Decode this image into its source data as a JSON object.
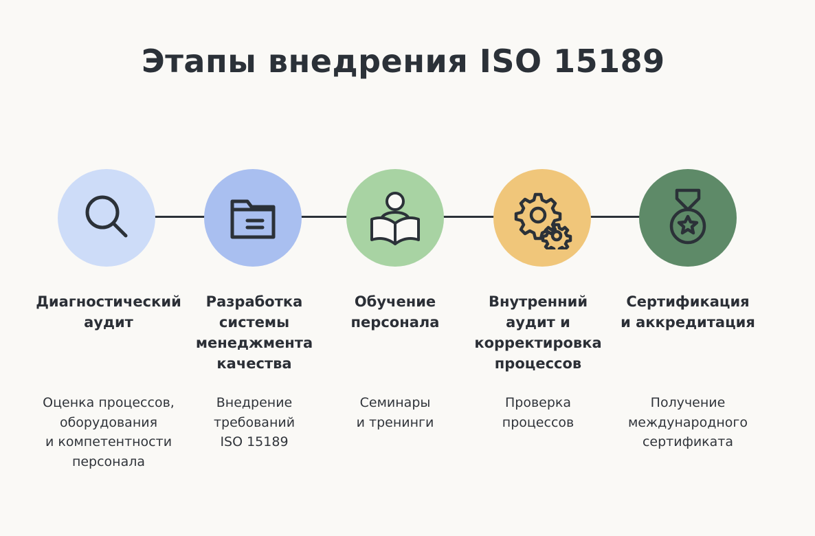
{
  "title": "Этапы внедрения ISO 15189",
  "colors": {
    "step1": "#cddcf8",
    "step2": "#a9bff0",
    "step3": "#a8d3a3",
    "step4": "#f0c67a",
    "step5": "#5e8a68",
    "stroke": "#2b3138"
  },
  "steps": [
    {
      "icon": "magnifier-icon",
      "title": "Диагностический\nаудит",
      "description": "Оценка процессов,\nоборудования\nи компетентности\nперсонала"
    },
    {
      "icon": "folder-icon",
      "title": "Разработка\nсистемы\nменеджмента\nкачества",
      "description": "Внедрение\nтребований\nISO 15189"
    },
    {
      "icon": "person-reading-icon",
      "title": "Обучение\nперсонала",
      "description": "Семинары\nи тренинги"
    },
    {
      "icon": "gears-icon",
      "title": "Внутренний\nаудит и\nкорректировка\nпроцессов",
      "description": "Проверка\nпроцессов"
    },
    {
      "icon": "medal-icon",
      "title": "Сертификация\nи аккредитация",
      "description": "Получение\nмеждународного\nсертификата"
    }
  ]
}
